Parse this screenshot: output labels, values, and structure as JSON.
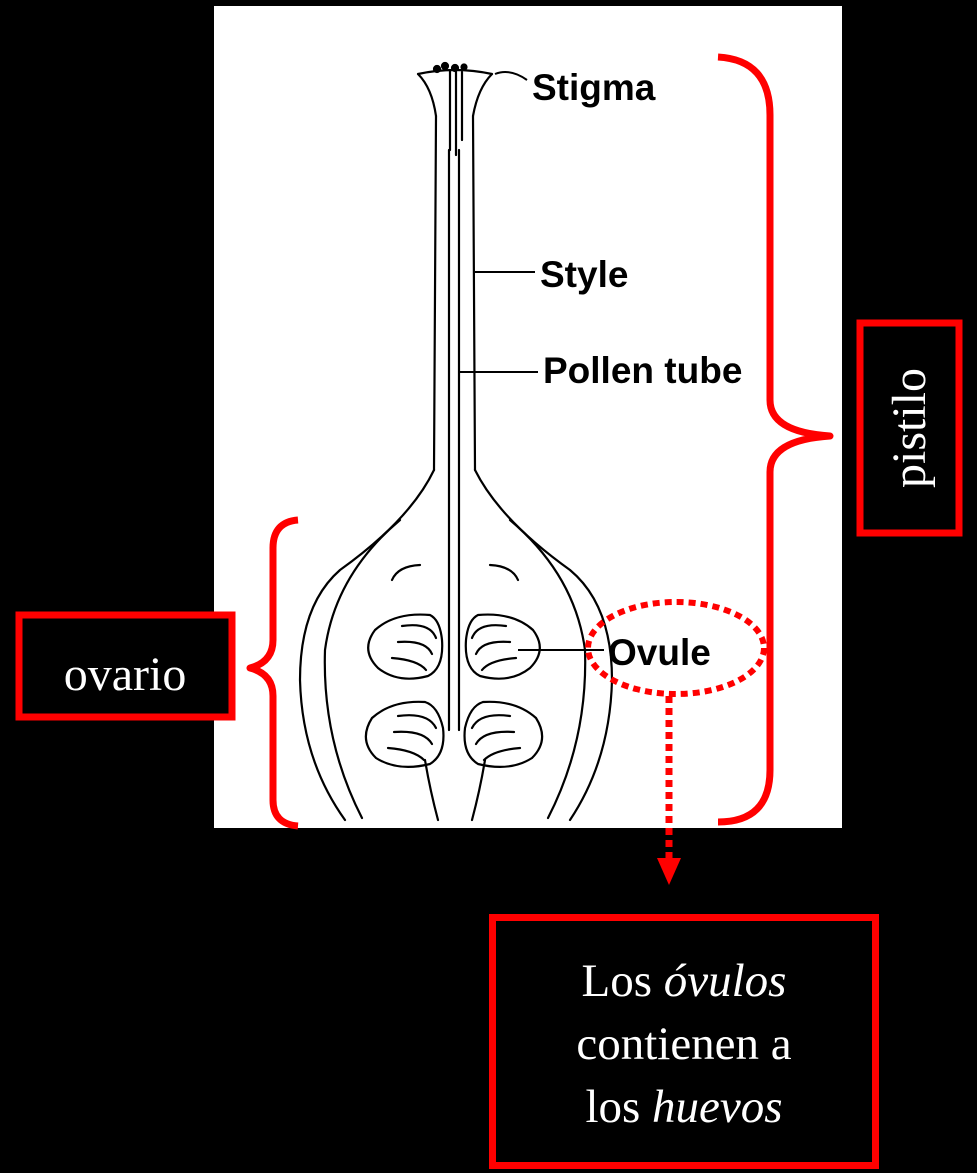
{
  "labels": {
    "stigma": "Stigma",
    "style": "Style",
    "pollen_tube": "Pollen tube",
    "ovule": "Ovule"
  },
  "callouts": {
    "pistil": "pistilo",
    "ovary": "ovario"
  },
  "note": {
    "line1_prefix": "Los ",
    "line1_italic": "óvulos",
    "line2": "contienen a",
    "line3_prefix": "los ",
    "line3_italic": "huevos"
  },
  "colors": {
    "background": "#000000",
    "figure_bg": "#ffffff",
    "accent": "#ff0000",
    "ink": "#000000"
  }
}
